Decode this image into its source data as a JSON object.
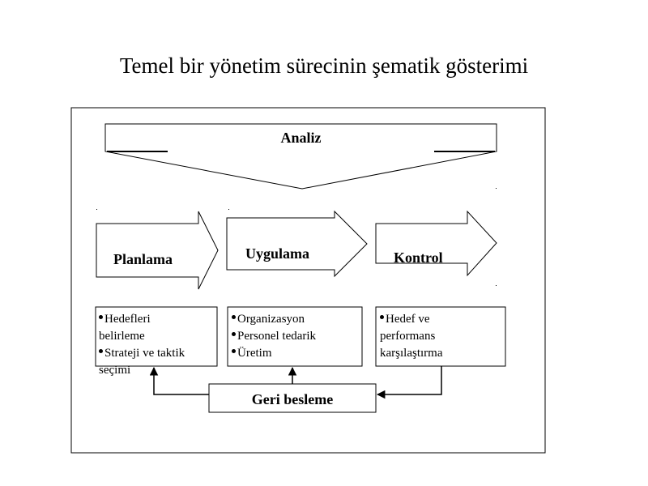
{
  "title": "Temel bir yönetim sürecinin şematik gösterimi",
  "analysis": {
    "label": "Analiz"
  },
  "stages": [
    {
      "label": "Planlama"
    },
    {
      "label": "Uygulama"
    },
    {
      "label": "Kontrol"
    }
  ],
  "boxes": [
    {
      "lines": [
        "Hedefleri",
        "belirleme",
        "Strateji ve taktik",
        "seçimi"
      ]
    },
    {
      "lines": [
        "Organizasyon",
        "Personel tedarik",
        "Üretim"
      ]
    },
    {
      "lines": [
        "Hedef ve",
        "performans",
        "karşılaştırma"
      ]
    }
  ],
  "feedback": {
    "label": "Geri besleme"
  }
}
